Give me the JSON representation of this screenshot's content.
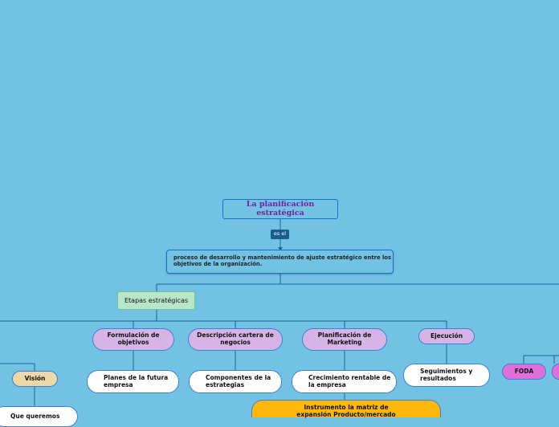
{
  "title": "La planificación estratégica",
  "link_label": "es el",
  "definition": "proceso de desarrollo y mantenimiento de ajuste estratégico entre los objetivos de la organización.",
  "stages_label": "Etapas estratégicas",
  "stages": [
    {
      "label": "Formulación de objetivos",
      "detail": "Planes de la futura empresa"
    },
    {
      "label": "Descripción cartera de negocios",
      "detail": "Componentes de la estrategias"
    },
    {
      "label": "Planificación de Marketing",
      "detail": "Crecimiento rentable de la empresa"
    },
    {
      "label": "Ejecución",
      "detail": "Seguimientos y resultados"
    }
  ],
  "vision": {
    "label": "Visión",
    "detail": "Que queremos"
  },
  "foda": "FODA",
  "matrix": "Instrumento la matriz de expansión Producto/mercado",
  "colors": {
    "background": "#72c2e4",
    "title_text": "#7a1fa0",
    "border": "#3f7fd8",
    "stage_fill": "#d6b4e6",
    "etapas_fill": "#b7e6c9",
    "vision_fill": "#eed8a8",
    "foda_fill": "#e070d9",
    "matrix_fill": "#ffb808",
    "link_label_fill": "#1a5c8a"
  }
}
